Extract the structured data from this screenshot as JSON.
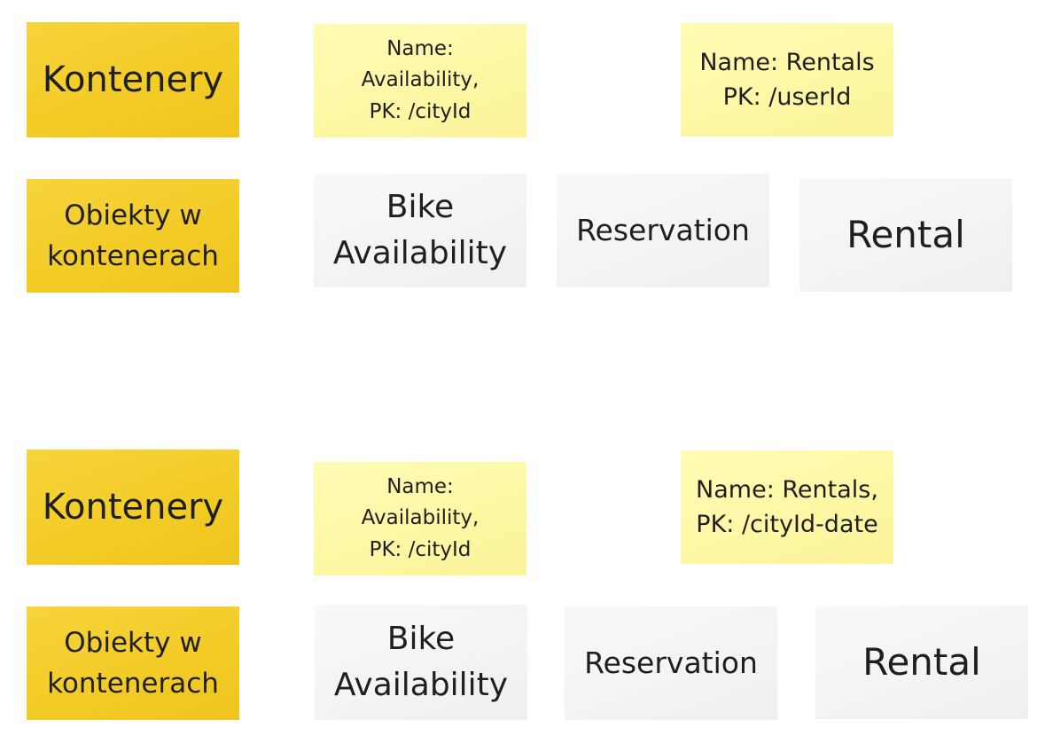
{
  "rows": [
    {
      "containers_label": "Kontenery",
      "objects_label": "Obiekty w\nkontenerach",
      "container_1": "Name:\nAvailability,\nPK: /cityId",
      "container_2": "Name: Rentals\nPK: /userId",
      "objects": [
        "Bike\nAvailability",
        "Reservation",
        "Rental"
      ]
    },
    {
      "containers_label": "Kontenery",
      "objects_label": "Obiekty w\nkontenerach",
      "container_1": "Name:\nAvailability,\nPK: /cityId",
      "container_2": "Name: Rentals,\nPK: /cityId-date",
      "objects": [
        "Bike\nAvailability",
        "Reservation",
        "Rental"
      ]
    }
  ],
  "colors": {
    "label_note": "#f3cb26",
    "container_note": "#fdf7a4",
    "object_note": "#f3f3f5"
  }
}
